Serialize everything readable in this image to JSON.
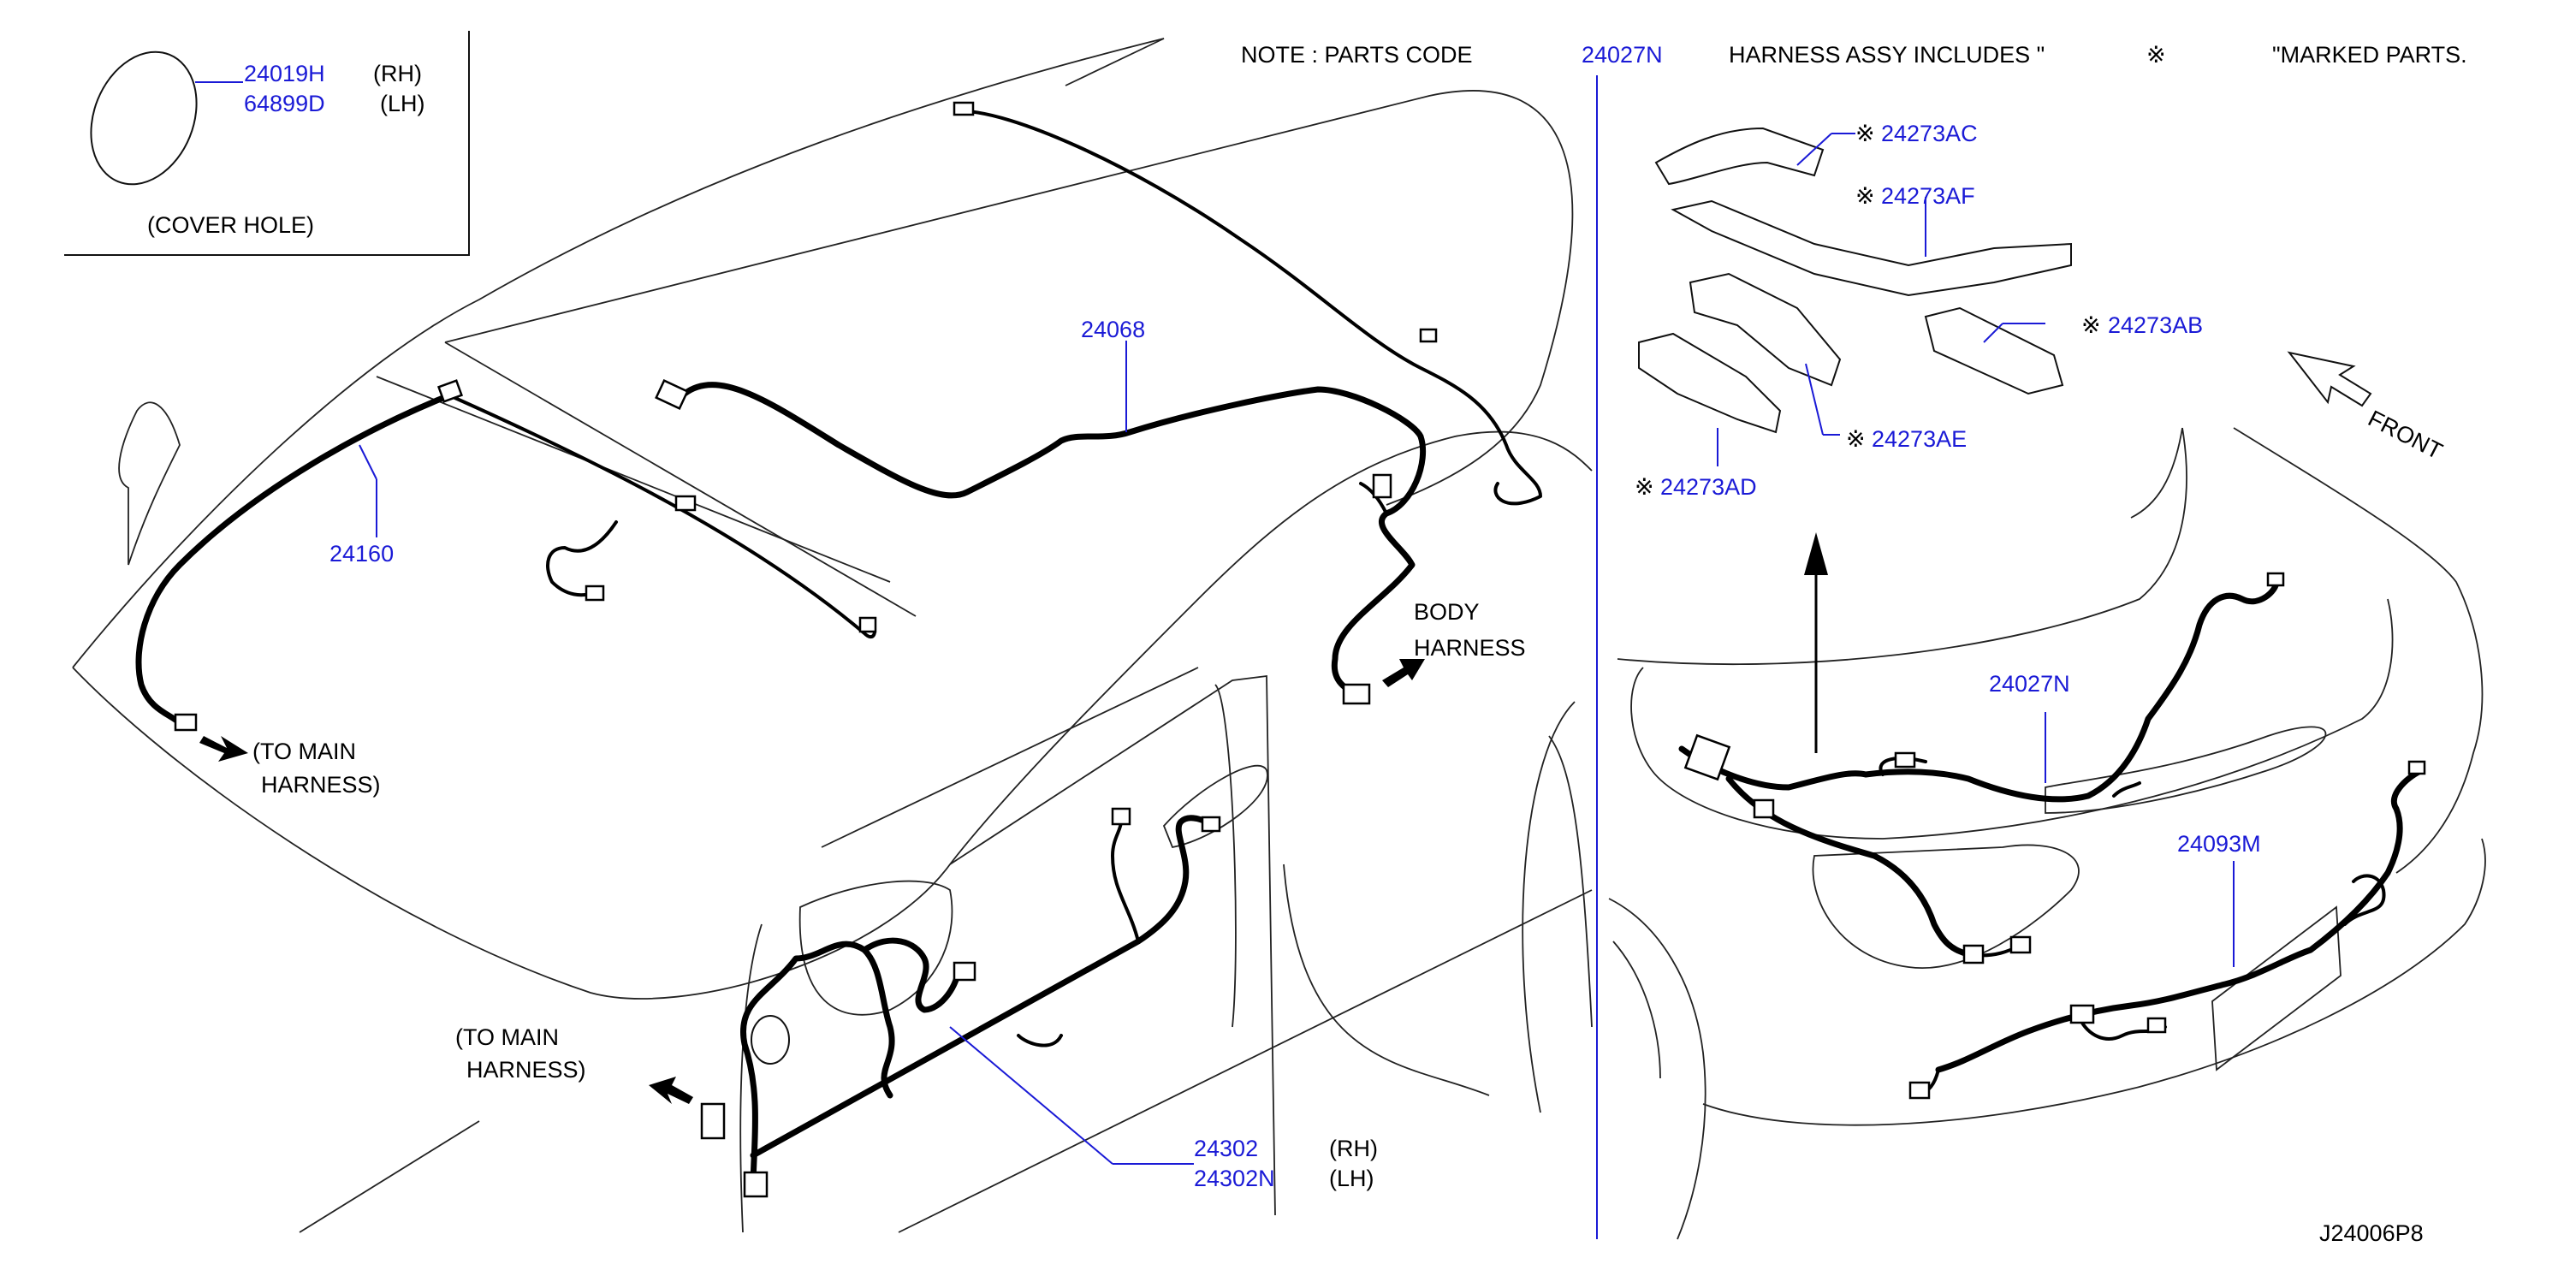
{
  "note": {
    "prefix": "NOTE  :  PARTS  CODE",
    "code": "24027N",
    "middle": "HARNESS  ASSY      INCLUDES  \"",
    "symbol": "※",
    "suffix": "\"MARKED  PARTS."
  },
  "cover_hole": {
    "rh_code": "24019H",
    "rh_side": "(RH)",
    "lh_code": "64899D",
    "lh_side": "(LH)",
    "caption": "(COVER   HOLE)"
  },
  "parts": {
    "p24068": "24068",
    "p24160": "24160",
    "p24302": "24302",
    "p24302_side": "(RH)",
    "p24302N": "24302N",
    "p24302N_side": "(LH)",
    "p24027N": "24027N",
    "p24093M": "24093M",
    "p24273AC": "24273AC",
    "p24273AF": "24273AF",
    "p24273AB": "24273AB",
    "p24273AE": "24273AE",
    "p24273AD": "24273AD",
    "mark": "※"
  },
  "labels": {
    "to_main_1a": "(TO   MAIN",
    "to_main_1b": "HARNESS)",
    "to_main_2a": "(TO   MAIN",
    "to_main_2b": "HARNESS)",
    "body_a": "BODY",
    "body_b": "HARNESS",
    "front": "FRONT"
  },
  "diagram_id": "J24006P8",
  "colors": {
    "part_number": "#1a1ad6",
    "line": "#000000",
    "background": "#ffffff"
  }
}
